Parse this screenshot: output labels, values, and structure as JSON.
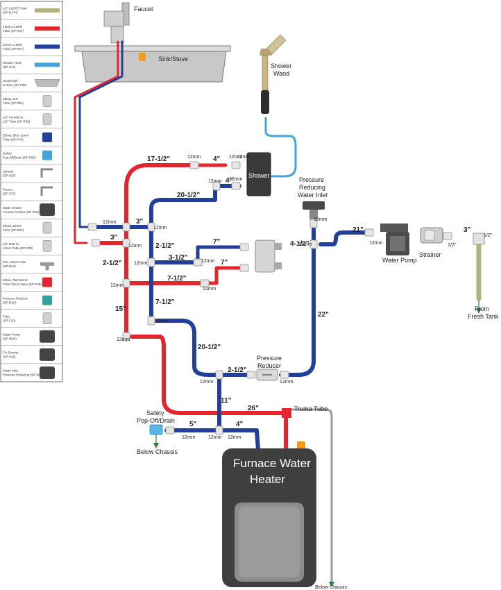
{
  "legend": {
    "items": [
      {
        "l1": "1/2\" LLDPE Tube",
        "l2": "(SP-R1T4)",
        "kind": "tube-green"
      },
      {
        "l1": "12mm LLDPE",
        "l2": "Tube (SP-R1T)",
        "kind": "tube-red"
      },
      {
        "l1": "12mm LLDPE",
        "l2": "Tube (SP-R1T)",
        "kind": "tube-blue"
      },
      {
        "l1": "Shower Hose",
        "l2": "(SP-S17)",
        "kind": "tube-lightblue"
      },
      {
        "l1": "Stove/Sink",
        "l2": "Combo (SP-P39)",
        "kind": "sink"
      },
      {
        "l1": "Elbow, 1/2\"",
        "l2": "Tube (SP-R04)",
        "kind": "elbow"
      },
      {
        "l1": "1/2\" Female to",
        "l2": "1/2\" Tube (SP-R05)",
        "kind": "adapter"
      },
      {
        "l1": "Elbow, Blue 12mm",
        "l2": "Tube (SP-P44)",
        "kind": "elbow-blue"
      },
      {
        "l1": "Safety",
        "l2": "Pop-Off/Drain (SP-P25)",
        "kind": "safety"
      },
      {
        "l1": "Sprayer",
        "l2": "(SP-S67)",
        "kind": "sprayer"
      },
      {
        "l1": "Faucet",
        "l2": "(SP-F27)",
        "kind": "faucet"
      },
      {
        "l1": "Water Heater",
        "l2": "Furnace Combo (SP-P93)",
        "kind": "heater"
      },
      {
        "l1": "Elbow, 12mm",
        "l2": "Tube (SP-R03)",
        "kind": "elbow-gray"
      },
      {
        "l1": "1/2\" BSP to",
        "l2": "12mm Tube (SP-R12)",
        "kind": "adapter"
      },
      {
        "l1": "Tee, 12mm Tube",
        "l2": "(SP-R04)",
        "kind": "tee"
      },
      {
        "l1": "Elbow, Red 12mm",
        "l2": "Tube Check Valve (SP-P46)",
        "kind": "elbow-red"
      },
      {
        "l1": "Pressure Reducer",
        "l2": "(SP-R2H)",
        "kind": "reducer"
      },
      {
        "l1": "Filter",
        "l2": "(SP-F10)",
        "kind": "filter"
      },
      {
        "l1": "Water Pump",
        "l2": "(SP-W09)",
        "kind": "pump"
      },
      {
        "l1": "Fix Shower",
        "l2": "(SP-S26)",
        "kind": "shower"
      },
      {
        "l1": "Water Inlet,",
        "l2": "Pressure Reducing (SP-W03)",
        "kind": "inlet"
      }
    ]
  },
  "labels": {
    "faucet": "Faucet",
    "sink_stove": "Sink/Stove",
    "shower_wand_1": "Shower",
    "shower_wand_2": "Wand",
    "shower": "Shower",
    "prv_inlet_1": "Pressure",
    "prv_inlet_2": "Reducing",
    "prv_inlet_3": "Water Inlet",
    "strainer": "Strainer",
    "water_pump": "Water Pump",
    "from_fresh_1": "From",
    "from_fresh_2": "Fresh Tank",
    "pressure_reducer_1": "Pressure",
    "pressure_reducer_2": "Reducer",
    "safety_1": "Safety",
    "safety_2": "Pop-Off/Drain",
    "below_chassis": "Below Chassis",
    "below_chassis_2": "Below Chassis",
    "truma_tube": "Truma Tube",
    "furnace_1": "Furnace Water",
    "furnace_2": "Heater"
  },
  "measurements": {
    "m_4a": "4\"",
    "m_4b": "4\"",
    "m_17_5": "17-1/2\"",
    "m_20_5a": "20-1/2\"",
    "m_3a": "3\"",
    "m_3b": "3\"",
    "m_2_5a": "2-1/2\"",
    "m_2_5b": "2-1/2\"",
    "m_7a": "7\"",
    "m_7b": "7\"",
    "m_3_5": "3-1/2\"",
    "m_7_5a": "7-1/2\"",
    "m_7_5b": "7-1/2\"",
    "m_15": "15\"",
    "m_20_5b": "20-1/2\"",
    "m_4_5": "4-1/2\"",
    "m_21": "21\"",
    "m_3c": "3\"",
    "m_22": "22\"",
    "m_11": "11\"",
    "m_26": "26\"",
    "m_5": "5\"",
    "m_4c": "4\"",
    "half_a": "1/2\"",
    "half_b": "1/2\""
  },
  "mm_label": "12mm",
  "colors": {
    "red": "#e3262e",
    "blue": "#233f99",
    "green": "#b0b478",
    "lightblue": "#45a3dc",
    "gray": "#9a9a9a",
    "dark": "#3f3f3f"
  }
}
